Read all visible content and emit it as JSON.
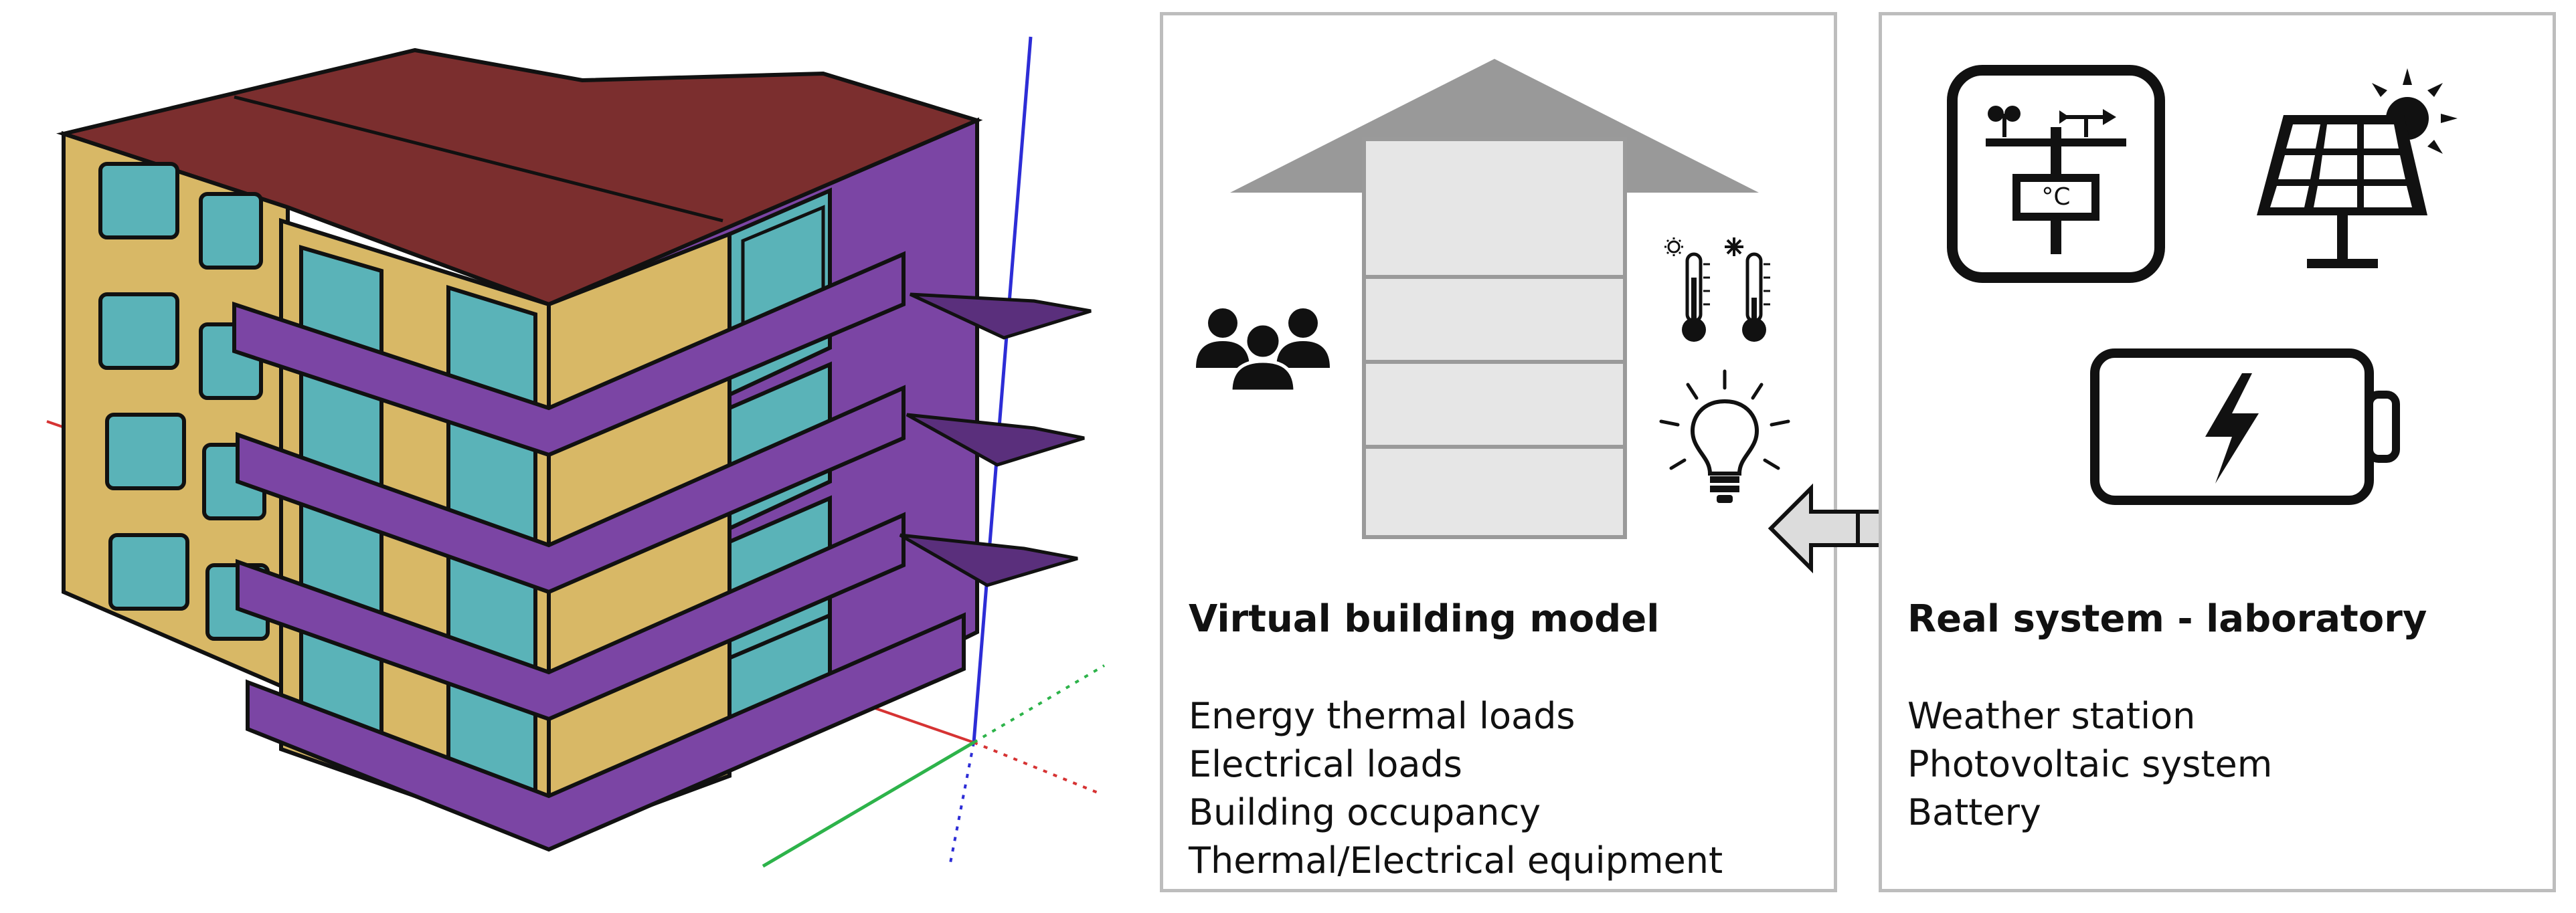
{
  "virtual_panel": {
    "heading": "Virtual building model",
    "items": [
      "Energy thermal loads",
      "Electrical loads",
      "Building occupancy",
      "Thermal/Electrical equipment"
    ]
  },
  "real_panel": {
    "heading": "Real system - laboratory",
    "items": [
      "Weather station",
      "Photovoltaic system",
      "Battery"
    ],
    "weather_station_readout": "°C"
  },
  "colors": {
    "roof": "#7b2e2e",
    "facade": "#d8b866",
    "balcony": "#7b45a4",
    "window": "#5ab3b8",
    "house_roof": "#999999",
    "house_body": "#e6e6e6",
    "box_border": "#bdbdbd",
    "arrow_fill": "#dcdcdc"
  }
}
